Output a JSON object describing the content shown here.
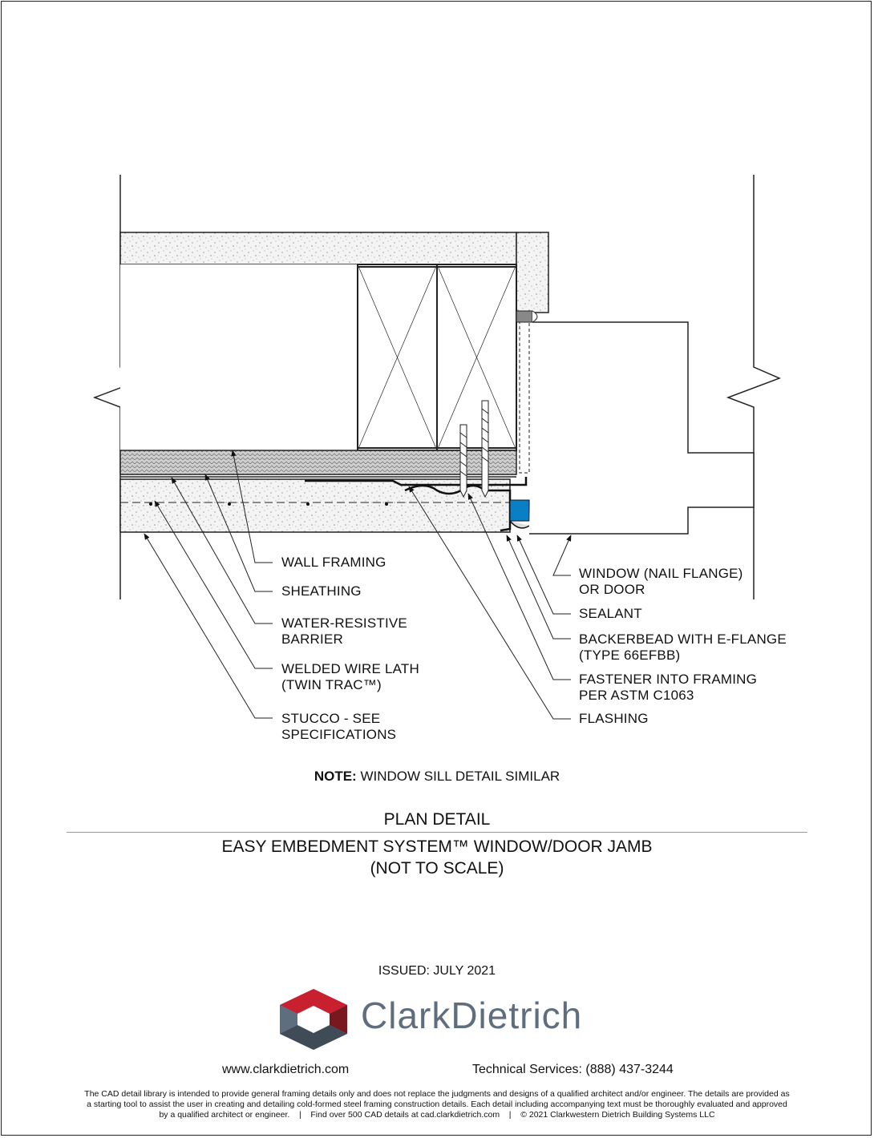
{
  "callouts": {
    "wall_framing": "WALL FRAMING",
    "sheathing": "SHEATHING",
    "wrb_1": "WATER-RESISTIVE",
    "wrb_2": "BARRIER",
    "lath_1": "WELDED WIRE LATH",
    "lath_2": "(TWIN TRAC™)",
    "stucco_1": "STUCCO - SEE",
    "stucco_2": "SPECIFICATIONS",
    "window_1": "WINDOW (NAIL FLANGE)",
    "window_2": "OR DOOR",
    "sealant": "SEALANT",
    "backerbead_1": "BACKERBEAD WITH E-FLANGE",
    "backerbead_2": "(TYPE 66EFBB)",
    "fastener_1": "FASTENER INTO FRAMING",
    "fastener_2": "PER ASTM C1063",
    "flashing": "FLASHING"
  },
  "note": {
    "label": "NOTE:",
    "text": "WINDOW SILL DETAIL SIMILAR"
  },
  "title": {
    "line1": "PLAN DETAIL",
    "line2": "EASY EMBEDMENT SYSTEM™ WINDOW/DOOR JAMB",
    "line3": "(NOT TO SCALE)"
  },
  "issued": "ISSUED: JULY 2021",
  "brand": {
    "name": "ClarkDietrich",
    "logo_colors": [
      "#c8202f",
      "#5f6e7e",
      "#8a99a8"
    ]
  },
  "footer": {
    "website": "www.clarkdietrich.com",
    "technical_services": "Technical Services: (888) 437-3244",
    "disclaimer_1": "The CAD detail library is intended to provide general framing details only and does not replace the judgments and designs of a qualified architect and/or engineer. The details are provided as",
    "disclaimer_2": "a starting tool to assist the user in creating and detailing cold-formed steel framing construction details. Each detail including accompanying text must be thoroughly evaluated and approved",
    "disclaimer_3": "by a qualified architect or engineer.    |    Find over 500 CAD details at cad.clarkdietrich.com    |    © 2021 Clarkwestern Dietrich Building Systems LLC"
  },
  "colors": {
    "sealant": "#0a7fc6",
    "line": "#1a1a1a"
  }
}
